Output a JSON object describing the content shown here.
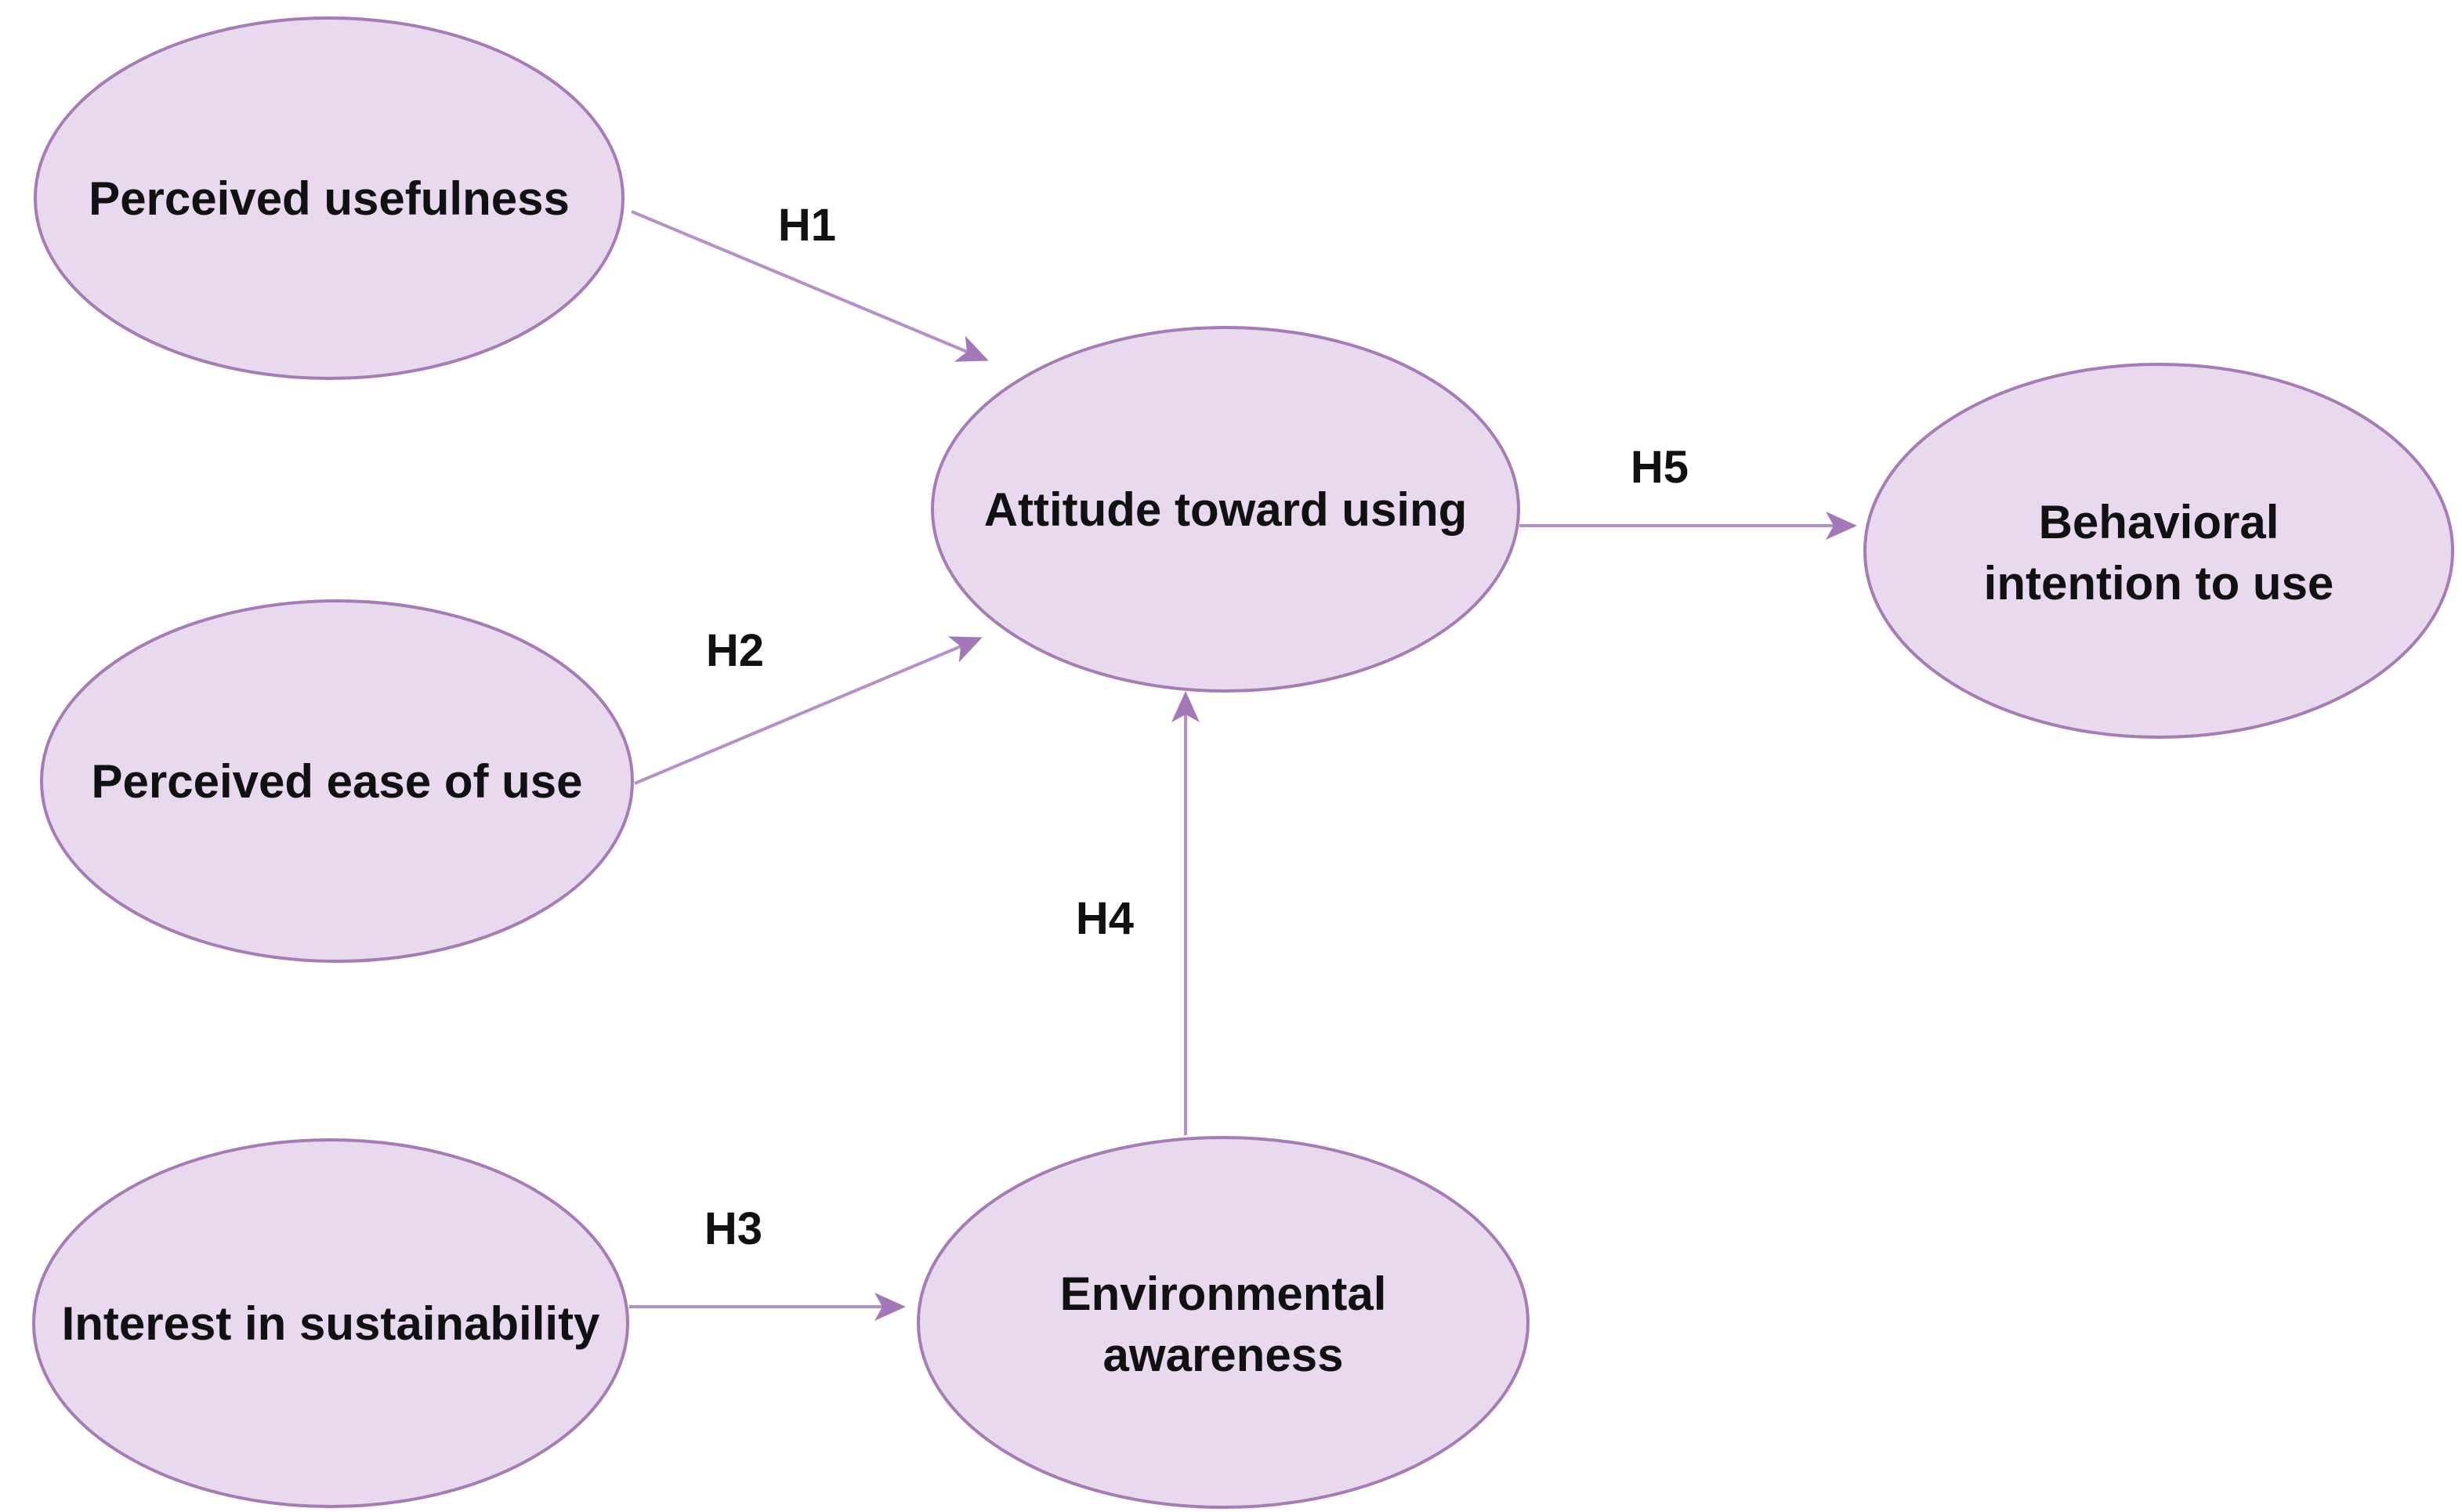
{
  "diagram": {
    "type": "path-model",
    "background_color": "#ffffff",
    "node_fill": "#e8d9ee",
    "node_stroke": "#a77bb5",
    "arrow_color": "#b48fc9",
    "arrowhead_color": "#a478b8",
    "text_color": "#111111",
    "nodes": [
      {
        "id": "perceived-usefulness",
        "label": "Perceived usefulness"
      },
      {
        "id": "perceived-ease-of-use",
        "label": "Perceived ease of use"
      },
      {
        "id": "interest-in-sustainability",
        "label": "Interest in sustainability"
      },
      {
        "id": "attitude-toward-using",
        "label": "Attitude toward using"
      },
      {
        "id": "environmental-awareness",
        "label": "Environmental awareness",
        "line1": "Environmental",
        "line2": "awareness"
      },
      {
        "id": "behavioral-intention-to-use",
        "label": "Behavioral intention to use",
        "line1": "Behavioral",
        "line2": "intention to use"
      }
    ],
    "edges": [
      {
        "id": "h1",
        "label": "H1",
        "from": "perceived-usefulness",
        "to": "attitude-toward-using"
      },
      {
        "id": "h2",
        "label": "H2",
        "from": "perceived-ease-of-use",
        "to": "attitude-toward-using"
      },
      {
        "id": "h3",
        "label": "H3",
        "from": "interest-in-sustainability",
        "to": "environmental-awareness"
      },
      {
        "id": "h4",
        "label": "H4",
        "from": "environmental-awareness",
        "to": "attitude-toward-using"
      },
      {
        "id": "h5",
        "label": "H5",
        "from": "attitude-toward-using",
        "to": "behavioral-intention-to-use"
      }
    ]
  }
}
